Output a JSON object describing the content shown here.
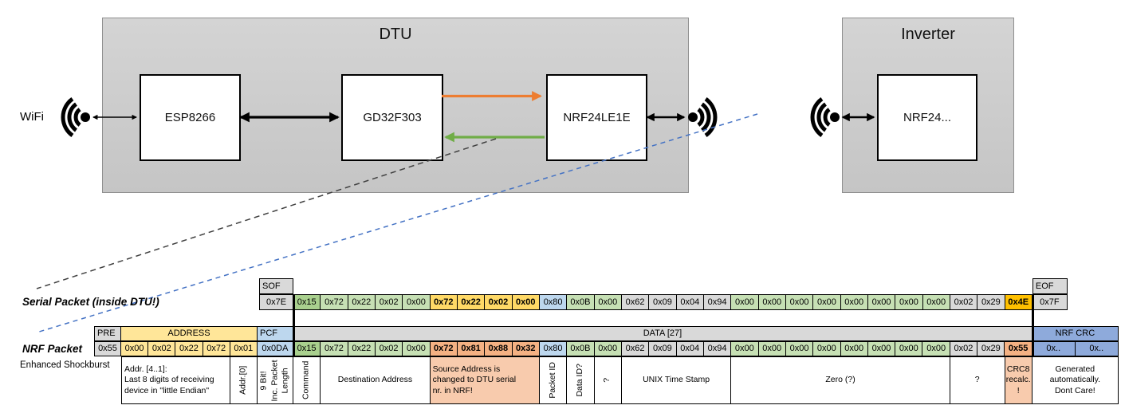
{
  "diagram": {
    "wifi_label": "WiFi",
    "dtu_title": "DTU",
    "inverter_title": "Inverter",
    "esp_label": "ESP8266",
    "gd_label": "GD32F303",
    "nrf_label": "NRF24LE1E",
    "inverter_nrf_label": "NRF24...",
    "colors": {
      "orange_arrow": "#ED7D31",
      "green_arrow": "#70AD47",
      "black_dashed": "#404040",
      "blue_dashed": "#4472C4",
      "container_fill": "#CCCCCC"
    }
  },
  "packet_colors": {
    "gray": "#D9D9D9",
    "yellow": "#FFE699",
    "light_blue": "#BDD7EE",
    "dark_green": "#A9D08E",
    "light_green": "#C6E0B4",
    "gold_bold": "#FFD966",
    "orange_bold": "#FFC000",
    "salmon_bold": "#F4B183",
    "nrf_crc_blue": "#8EAADB",
    "annotation_salmon": "#F8CBAD"
  },
  "serial_packet": {
    "label": "Serial Packet (inside DTU!)",
    "sof_cells": [
      {
        "t": "SOF",
        "c": "gy",
        "w": 43,
        "a": "left"
      }
    ],
    "eof_cells": [
      {
        "t": "EOF",
        "c": "gy",
        "w": 44,
        "a": "left"
      }
    ],
    "cells": [
      {
        "t": "0x7E",
        "c": "gy",
        "w": 43
      },
      {
        "t": "0x15",
        "c": "g1"
      },
      {
        "t": "0x72",
        "c": "g2"
      },
      {
        "t": "0x22",
        "c": "g2"
      },
      {
        "t": "0x02",
        "c": "g2"
      },
      {
        "t": "0x00",
        "c": "g2"
      },
      {
        "t": "0x72",
        "c": "gd"
      },
      {
        "t": "0x22",
        "c": "gd"
      },
      {
        "t": "0x02",
        "c": "gd"
      },
      {
        "t": "0x00",
        "c": "gd"
      },
      {
        "t": "0x80",
        "c": "bl"
      },
      {
        "t": "0x0B",
        "c": "g2"
      },
      {
        "t": "0x00",
        "c": "g2"
      },
      {
        "t": "0x62",
        "c": "gy"
      },
      {
        "t": "0x09",
        "c": "gy"
      },
      {
        "t": "0x04",
        "c": "gy"
      },
      {
        "t": "0x94",
        "c": "gy"
      },
      {
        "t": "0x00",
        "c": "g2"
      },
      {
        "t": "0x00",
        "c": "g2"
      },
      {
        "t": "0x00",
        "c": "g2"
      },
      {
        "t": "0x00",
        "c": "g2"
      },
      {
        "t": "0x00",
        "c": "g2"
      },
      {
        "t": "0x00",
        "c": "g2"
      },
      {
        "t": "0x00",
        "c": "g2"
      },
      {
        "t": "0x00",
        "c": "g2"
      },
      {
        "t": "0x02",
        "c": "gy"
      },
      {
        "t": "0x29",
        "c": "gy"
      },
      {
        "t": "0x4E",
        "c": "or"
      },
      {
        "t": "0x7F",
        "c": "gy",
        "w": 44
      }
    ]
  },
  "nrf_packet": {
    "label": "NRF Packet",
    "sublabel": "Enhanced Shockburst",
    "header_cells": [
      {
        "t": "PRE",
        "c": "gy",
        "w": 34,
        "a": "left"
      },
      {
        "t": "ADDRESS",
        "c": "yl",
        "w": 171
      },
      {
        "t": "PCF",
        "c": "bl",
        "w": 45,
        "a": "left"
      },
      {
        "t": "DATA [27]",
        "c": "gy",
        "w": 926.9
      },
      {
        "t": "NRF CRC",
        "c": "nb",
        "w": 108
      }
    ],
    "cells": [
      {
        "t": "0x55",
        "c": "gy",
        "w": 34
      },
      {
        "t": "0x00",
        "c": "yl",
        "w": 34.2
      },
      {
        "t": "0x02",
        "c": "yl",
        "w": 34.2
      },
      {
        "t": "0x22",
        "c": "yl",
        "w": 34.2
      },
      {
        "t": "0x72",
        "c": "yl",
        "w": 34.2
      },
      {
        "t": "0x01",
        "c": "yl",
        "w": 34.2
      },
      {
        "t": "0x0DA",
        "c": "bl",
        "w": 45
      },
      {
        "t": "0x15",
        "c": "g1"
      },
      {
        "t": "0x72",
        "c": "g2"
      },
      {
        "t": "0x22",
        "c": "g2"
      },
      {
        "t": "0x02",
        "c": "g2"
      },
      {
        "t": "0x00",
        "c": "g2"
      },
      {
        "t": "0x72",
        "c": "sa"
      },
      {
        "t": "0x81",
        "c": "sa"
      },
      {
        "t": "0x88",
        "c": "sa"
      },
      {
        "t": "0x32",
        "c": "sa"
      },
      {
        "t": "0x80",
        "c": "bl"
      },
      {
        "t": "0x0B",
        "c": "g2"
      },
      {
        "t": "0x00",
        "c": "g2"
      },
      {
        "t": "0x62",
        "c": "gy"
      },
      {
        "t": "0x09",
        "c": "gy"
      },
      {
        "t": "0x04",
        "c": "gy"
      },
      {
        "t": "0x94",
        "c": "gy"
      },
      {
        "t": "0x00",
        "c": "g2"
      },
      {
        "t": "0x00",
        "c": "g2"
      },
      {
        "t": "0x00",
        "c": "g2"
      },
      {
        "t": "0x00",
        "c": "g2"
      },
      {
        "t": "0x00",
        "c": "g2"
      },
      {
        "t": "0x00",
        "c": "g2"
      },
      {
        "t": "0x00",
        "c": "g2"
      },
      {
        "t": "0x00",
        "c": "g2"
      },
      {
        "t": "0x02",
        "c": "gy"
      },
      {
        "t": "0x29",
        "c": "gy"
      },
      {
        "t": "0x55",
        "c": "sa"
      },
      {
        "t": "0x..",
        "c": "nb",
        "w": 54
      },
      {
        "t": "0x..",
        "c": "nb",
        "w": 54
      }
    ],
    "annotations": [
      {
        "t": "Addr. [4..1]:\nLast 8 digits of receiving\ndevice in \"little Endian\"",
        "w": 136.8,
        "a": "left"
      },
      {
        "t": "Addr.[0]",
        "w": 34.2,
        "v": true
      },
      {
        "t": "9 Bit!\nInc. Packet\nLength",
        "w": 45,
        "v": true
      },
      {
        "t": "Command",
        "w": 34.33,
        "v": true
      },
      {
        "t": "Destination Address",
        "w": 137.32
      },
      {
        "t": "Source Address is\nchanged to DTU serial\nnr. in NRF!",
        "w": 137.32,
        "c": "sa2",
        "a": "left"
      },
      {
        "t": "Packet ID",
        "w": 34.33,
        "v": true
      },
      {
        "t": "Data ID?",
        "w": 34.33,
        "v": true
      },
      {
        "t": "?",
        "w": 34.33,
        "v": true
      },
      {
        "t": "UNIX Time Stamp",
        "w": 137.32
      },
      {
        "t": "Zero (?)",
        "w": 274.64
      },
      {
        "t": "?",
        "w": 68.66
      },
      {
        "t": "CRC8\nrecalc.\n!",
        "w": 34.33,
        "c": "sa2"
      },
      {
        "t": "Generated\nautomatically.\nDont Care!",
        "w": 108
      }
    ]
  }
}
